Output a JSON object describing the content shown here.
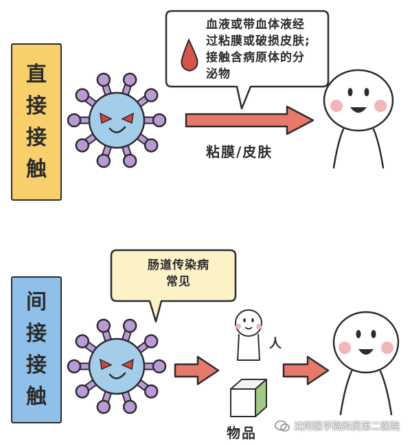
{
  "direct": {
    "label_chars": [
      "直",
      "接",
      "接",
      "触"
    ],
    "bubble_lines": [
      "血液或带血体液经",
      "过粘膜或破损皮肤;",
      "接触含病原体的分",
      "泌物"
    ],
    "arrow_caption": "粘膜/皮肤"
  },
  "indirect": {
    "label_chars": [
      "间",
      "接",
      "接",
      "触"
    ],
    "bubble_lines": [
      "肠道传染病",
      "常见"
    ],
    "person_label": "人",
    "object_label": "物品"
  },
  "watermark": {
    "text": "沈阳医学院附属第二医院"
  },
  "colors": {
    "direct_label_bg": "#f7cf6b",
    "indirect_label_bg": "#8fc0ea",
    "virus_body": "#a3cde9",
    "virus_spikes": "#b99ad6",
    "virus_eyes": "#d8423b",
    "arrow": "#e7786a",
    "blood_drop": "#d65548",
    "bubble_bg_direct": "#ffffff",
    "bubble_bg_indirect": "#fdf1c8",
    "cheek": "#f3b6b6",
    "box_top": "#f3f3f3",
    "box_side": "#9fcb86"
  }
}
